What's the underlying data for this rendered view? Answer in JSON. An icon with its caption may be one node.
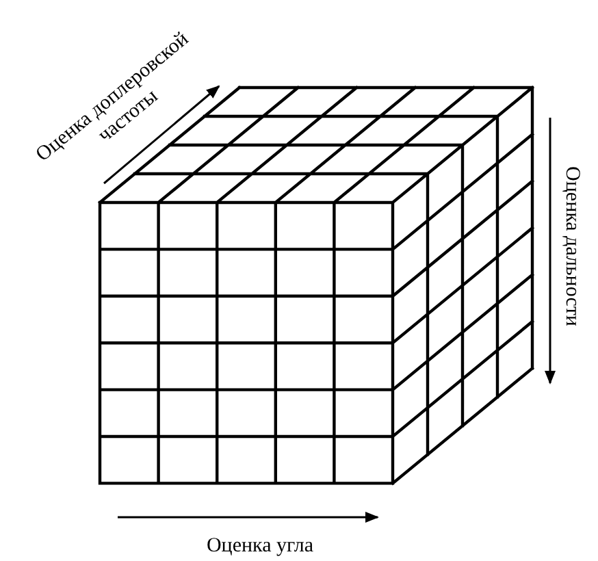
{
  "diagram": {
    "labels": [
      "Оценка доплеровской частоты",
      "Оценка дальности",
      "Оценка угла"
    ]
  }
}
